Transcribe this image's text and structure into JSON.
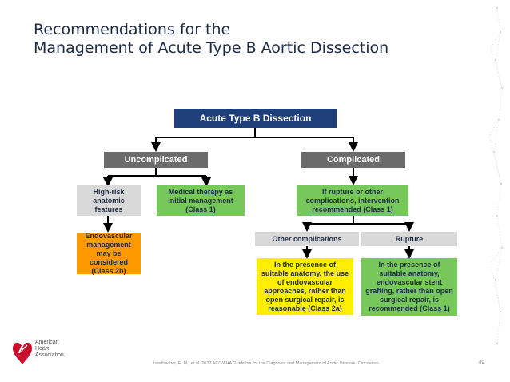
{
  "title": {
    "line1": "Recommendations for the",
    "line2": "Management of Acute Type B Aortic Dissection"
  },
  "diagram": {
    "root": "Acute Type B Dissection",
    "uncomplicated": "Uncomplicated",
    "complicated": "Complicated",
    "high_risk": "High-risk anatomic features",
    "medical_therapy": "Medical therapy as initial management (Class 1)",
    "rupture_or_other": "If rupture or other complications, intervention recommended (Class 1)",
    "endovascular_consider": "Endovascular management may be considered (Class 2b)",
    "other_complications": "Other complications",
    "rupture": "Rupture",
    "other_recommendation": "In the presence of suitable anatomy, the use of endovascular approaches, rather than open surgical repair, is reasonable (Class 2a)",
    "rupture_recommendation": "In the presence of suitable anatomy, endovascular stent grafting, rather than open surgical repair, is recommended (Class 1)"
  },
  "footer": {
    "citation": "Isselbacher, E. M., et al. 2022 ACC/AHA Guideline for the Diagnosis and Management of Aortic Disease. Circulation.",
    "page": "49",
    "logo_line1": "American",
    "logo_line2": "Heart",
    "logo_line3": "Association."
  },
  "colors": {
    "navy": "#1f3f7a",
    "dark_gray": "#6b6b6b",
    "light_gray": "#d9d9d9",
    "green": "#77c85a",
    "orange": "#ff9900",
    "yellow": "#ffee00",
    "aha_red": "#c8102e"
  }
}
